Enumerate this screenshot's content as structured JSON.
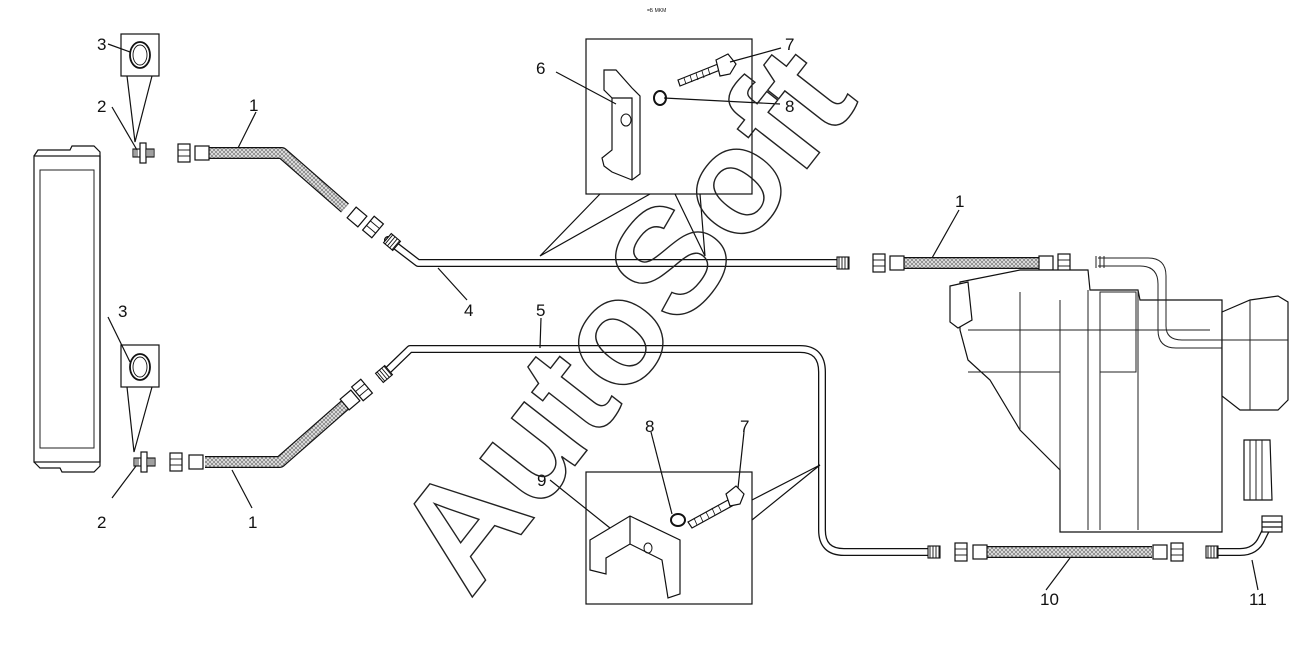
{
  "header_text": "=Б MKM",
  "watermark": "AutoSoft",
  "callouts": {
    "c1a": "1",
    "c1b": "1",
    "c1c": "1",
    "c2a": "2",
    "c2b": "2",
    "c3a": "3",
    "c3b": "3",
    "c4": "4",
    "c5": "5",
    "c6": "6",
    "c7a": "7",
    "c7b": "7",
    "c8a": "8",
    "c8b": "8",
    "c9": "9",
    "c10": "10",
    "c11": "11"
  }
}
